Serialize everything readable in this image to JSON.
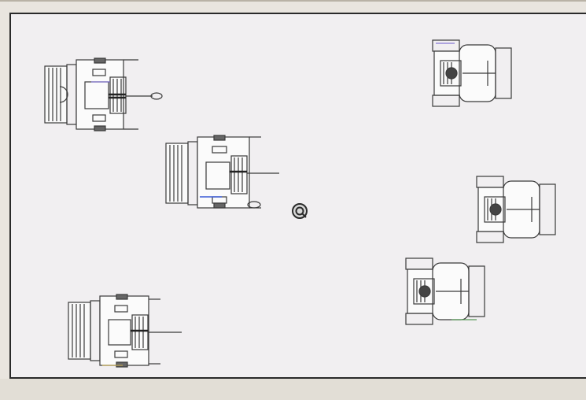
{
  "board": {
    "background": "#f1eff1",
    "border_color": "#2a2a2a",
    "line_color": "#3a3a3a"
  },
  "team_left": {
    "facing": "right",
    "count": 3,
    "icon": "tractor-topdown"
  },
  "team_right": {
    "facing": "left",
    "count": 3,
    "icon": "tank-topdown"
  },
  "ball": {
    "icon": "ring-puck"
  }
}
